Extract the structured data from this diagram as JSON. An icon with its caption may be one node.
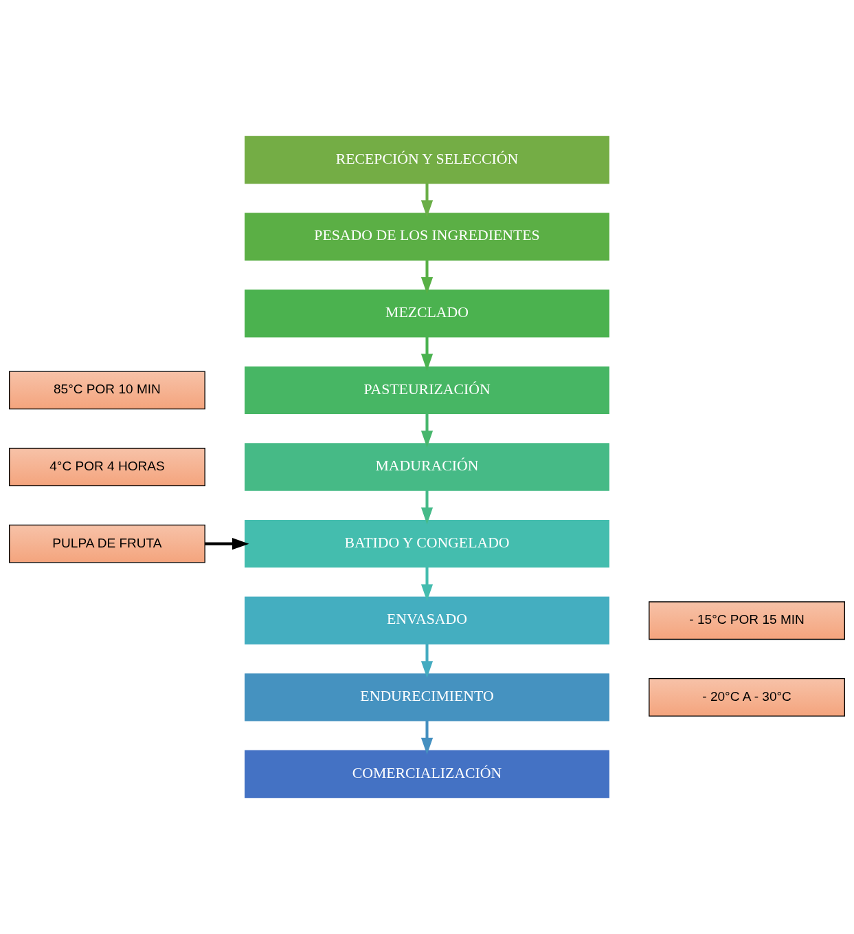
{
  "diagram": {
    "nodes": [
      {
        "text": [
          "RECEPCIÓN Y SELECCIÓN"
        ]
      },
      {
        "text": [
          "PESADO DE LOS INGREDIENTES"
        ]
      },
      {
        "text": [
          "MEZCLADO"
        ]
      },
      {
        "text": [
          "PASTEURIZACIÓN"
        ]
      },
      {
        "text": [
          "MADURACIÓN"
        ]
      },
      {
        "text": [
          "BATIDO Y CONGELADO"
        ]
      },
      {
        "text": [
          "ENVASADO"
        ]
      },
      {
        "text": [
          "ENDURECIMIENTO"
        ]
      },
      {
        "text": [
          "COMERCIALIZACIÓN"
        ]
      },
      {
        "text": [
          "85°C POR 10 MIN"
        ]
      },
      {
        "text": [
          "4°C POR 4 HORAS"
        ]
      },
      {
        "text": [
          "PULPA DE FRUTA"
        ]
      },
      {
        "text": [
          "- 15°C POR 15 MIN"
        ]
      },
      {
        "text": [
          "- 20°C A - 30°C"
        ]
      }
    ],
    "edges": [
      {
        "from": 0,
        "to": 1,
        "arrow": "to",
        "color": "#6aae47"
      },
      {
        "from": 1,
        "to": 2,
        "arrow": "to",
        "color": "#58b046"
      },
      {
        "from": 2,
        "to": 3,
        "arrow": "to",
        "color": "#4ab250"
      },
      {
        "from": 3,
        "to": 4,
        "arrow": "to",
        "color": "#47b66c"
      },
      {
        "from": 4,
        "to": 5,
        "arrow": "to",
        "color": "#46ba89"
      },
      {
        "from": 5,
        "to": 6,
        "arrow": "to",
        "color": "#44bcae"
      },
      {
        "from": 6,
        "to": 7,
        "arrow": "to",
        "color": "#44abc0"
      },
      {
        "from": 7,
        "to": 8,
        "arrow": "to",
        "color": "#4590c0"
      },
      {
        "from": 11,
        "to": 5,
        "arrow": "to",
        "color": "#000000"
      }
    ]
  }
}
